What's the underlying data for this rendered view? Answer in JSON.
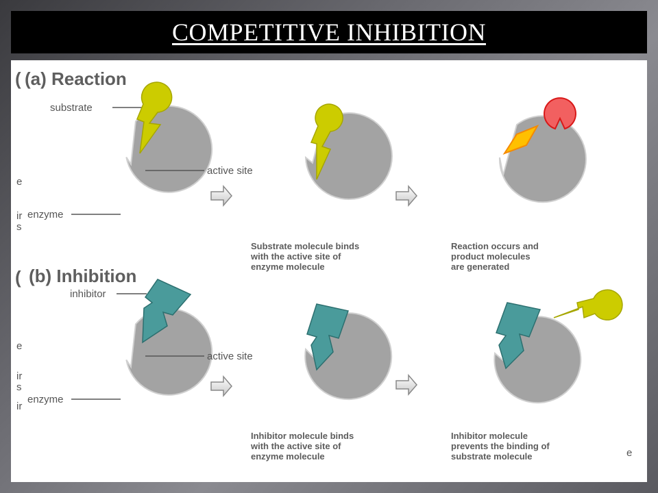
{
  "slide": {
    "title": "COMPETITIVE INHIBITION"
  },
  "reaction": {
    "heading": "(a) Reaction",
    "heading_paren": "(",
    "labels": {
      "substrate": "substrate",
      "active_site": "active site",
      "enzyme": "enzyme"
    },
    "captions": {
      "step2": [
        "Substrate molecule binds",
        "with the active site of",
        "enzyme molecule"
      ],
      "step3": [
        "Reaction occurs and",
        "product molecules",
        "are generated"
      ]
    }
  },
  "inhibition": {
    "heading": "(b) Inhibition",
    "heading_paren": "(",
    "labels": {
      "inhibitor": "inhibitor",
      "active_site": "active site",
      "enzyme": "enzyme"
    },
    "captions": {
      "step2": [
        "Inhibitor molecule binds",
        "with the active site of",
        "enzyme molecule"
      ],
      "step3": [
        "Inhibitor molecule",
        "prevents the binding of",
        "substrate molecule"
      ]
    }
  },
  "edge_fragments": {
    "left": [
      "e",
      "ir",
      "s",
      "e",
      "ir",
      "s",
      "ir"
    ],
    "right": "e"
  },
  "colors": {
    "enzyme": "#a3a3a3",
    "substrate": "#cccc00",
    "inhibitor": "#4a9b9b",
    "product_orange": "#ffc000",
    "product_red": "#f26060"
  }
}
